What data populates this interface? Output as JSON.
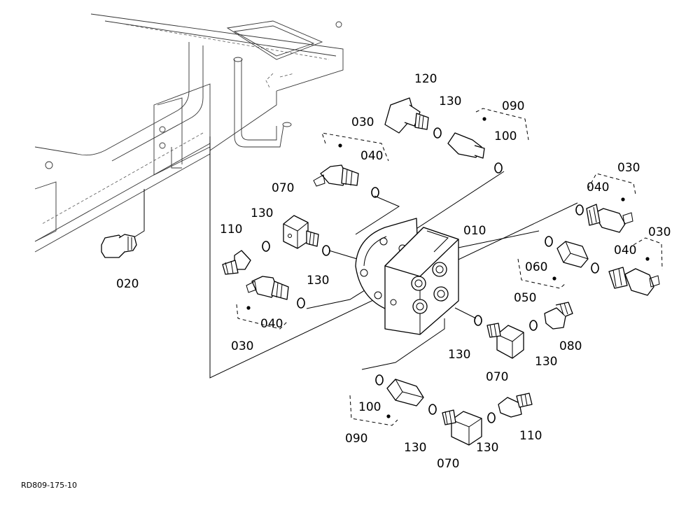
{
  "figure_code": "RD809-175-10",
  "callouts": [
    {
      "id": "c1",
      "text": "120"
    },
    {
      "id": "c2",
      "text": "130"
    },
    {
      "id": "c3",
      "text": "090"
    },
    {
      "id": "c4",
      "text": "100"
    },
    {
      "id": "c5",
      "text": "030"
    },
    {
      "id": "c6",
      "text": "040"
    },
    {
      "id": "c7",
      "text": "070"
    },
    {
      "id": "c8",
      "text": "130"
    },
    {
      "id": "c9",
      "text": "110"
    },
    {
      "id": "c10",
      "text": "130"
    },
    {
      "id": "c11",
      "text": "010"
    },
    {
      "id": "c12",
      "text": "030"
    },
    {
      "id": "c13",
      "text": "040"
    },
    {
      "id": "c14",
      "text": "030"
    },
    {
      "id": "c15",
      "text": "040"
    },
    {
      "id": "c16",
      "text": "060"
    },
    {
      "id": "c17",
      "text": "050"
    },
    {
      "id": "c18",
      "text": "020"
    },
    {
      "id": "c19",
      "text": "040"
    },
    {
      "id": "c20",
      "text": "030"
    },
    {
      "id": "c21",
      "text": "130"
    },
    {
      "id": "c22",
      "text": "130"
    },
    {
      "id": "c23",
      "text": "080"
    },
    {
      "id": "c24",
      "text": "070"
    },
    {
      "id": "c25",
      "text": "100"
    },
    {
      "id": "c26",
      "text": "090"
    },
    {
      "id": "c27",
      "text": "130"
    },
    {
      "id": "c28",
      "text": "130"
    },
    {
      "id": "c29",
      "text": "110"
    },
    {
      "id": "c30",
      "text": "070"
    }
  ]
}
